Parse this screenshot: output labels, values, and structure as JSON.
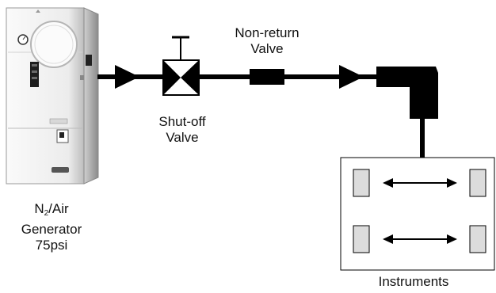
{
  "generator": {
    "label_prefix": "N",
    "label_sub": "2",
    "label_suffix": "/Air",
    "line2": "Generator",
    "line3": "75psi"
  },
  "valves": {
    "shutoff": {
      "line1": "Shut-off",
      "line2": "Valve"
    },
    "nonreturn": {
      "line1": "Non-return",
      "line2": "Valve"
    }
  },
  "instruments": {
    "label": "Instruments"
  },
  "colors": {
    "pipe": "#000000",
    "cabinet": "#f2f2f2",
    "instrument_box": "#dcdcdc"
  }
}
